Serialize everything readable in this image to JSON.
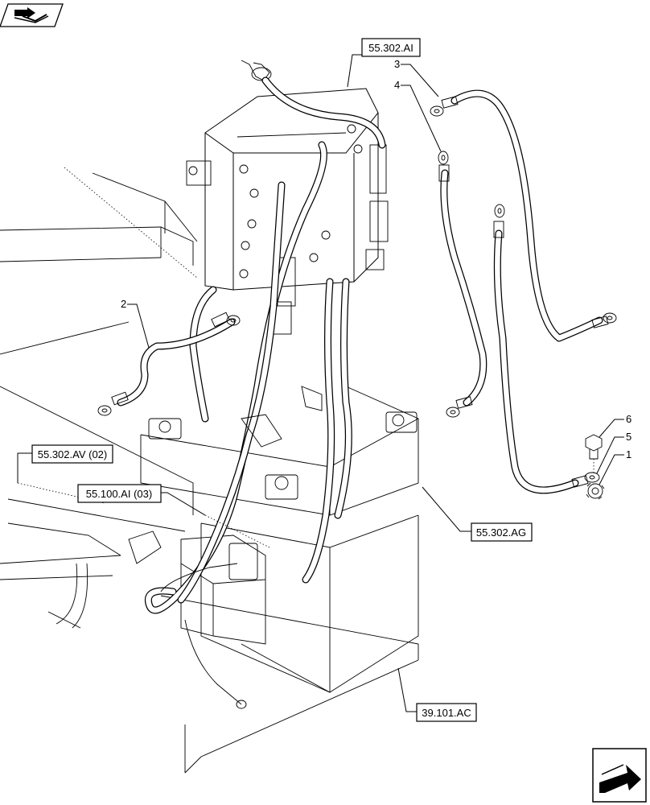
{
  "references": {
    "ref_55302AI": "55.302.AI",
    "ref_55302AV": "55.302.AV (02)",
    "ref_55100AI": "55.100.AI (03)",
    "ref_55302AG": "55.302.AG",
    "ref_39101AC": "39.101.AC"
  },
  "callouts": {
    "c1": "1",
    "c2": "2",
    "c3": "3",
    "c4": "4",
    "c5": "5",
    "c6": "6"
  },
  "icons": {
    "top_left": "book-arrow-icon",
    "bottom_right": "next-page-arrow-icon"
  }
}
